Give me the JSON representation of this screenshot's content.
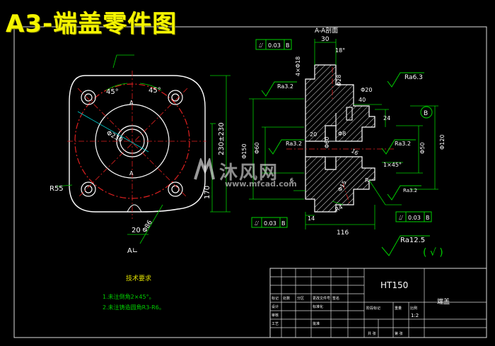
{
  "title": "A3-端盖零件图",
  "section_title": "A-A剖面",
  "watermark": {
    "brand": "沐风网",
    "url": "www.mfcad.com"
  },
  "front_view": {
    "angle_left": "45°",
    "angle_right": "45°",
    "bolt_circle_dia": "Φ230",
    "fillet": "R55",
    "height_dim": "230±230",
    "lower_dim": "170",
    "dia_86": "Φ86",
    "width_20": "20",
    "section_mark_top": "A",
    "section_mark_bottom": "A",
    "view_label": "A∟"
  },
  "section_view": {
    "flatness_tol": "0.03",
    "datum_b": "B",
    "thickness_30": "30",
    "angle_18": "18°",
    "hole_label": "4×Φ18",
    "dia_28": "Φ28",
    "ra_63": "Ra6.3",
    "ra_32_a": "Ra3.2",
    "ra_32_b": "Ra3.2",
    "ra_32_c": "Ra3.2",
    "ra_32_d": "Ra3.2",
    "dia_20": "Φ20",
    "dim_40": "40",
    "dim_24": "24",
    "dim_20": "20",
    "dim_8": "Φ8",
    "dia_150": "Φ150",
    "dia_60": "Φ60",
    "dia_15": "Φ15",
    "dia_120": "Φ120",
    "dia_50": "Φ50",
    "dim_16": "16",
    "chamfer": "1×45°",
    "dim_6": "6",
    "dim_14": "14",
    "r4": "R4",
    "dim_116": "116",
    "r_label": "R",
    "datum_circle_b": "B",
    "runout_tol": "0.03",
    "runout_datum": "B"
  },
  "surface": {
    "general": "Ra12.5",
    "rest_symbol": "( √ )"
  },
  "notes": {
    "heading": "技术要求",
    "line1": "1.未注倒角2×45°。",
    "line2": "2.未注铸造圆角R3-R6。"
  },
  "title_block": {
    "material": "HT150",
    "part_name": "端盖",
    "scale": "1:2",
    "c1": "标记",
    "c2": "处数",
    "c3": "分区",
    "c4": "更改文件号",
    "c5": "签名",
    "c6": "设计",
    "c7": "标准化",
    "c8": "阶段标记",
    "c9": "重量",
    "c10": "比例",
    "c11": "审核",
    "c12": "工艺",
    "c13": "批准",
    "c14": "共 张",
    "c15": "第 张"
  }
}
